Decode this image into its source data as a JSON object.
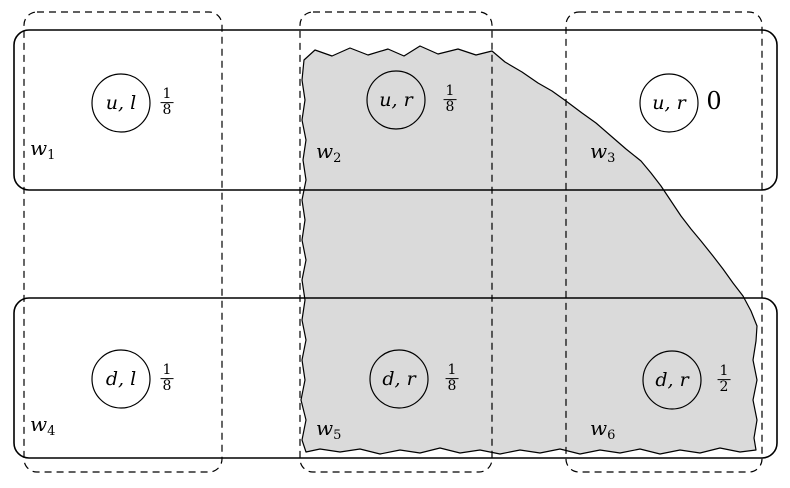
{
  "figure": {
    "background": "#ffffff",
    "shade_color": "#dadada",
    "line_color": "#000000",
    "rows": 2,
    "columns": 3
  },
  "worlds": [
    {
      "id": "w1",
      "label_base": "w",
      "label_sub": "1",
      "state": "u, l",
      "prob_num": "1",
      "prob_den": "8",
      "shaded": false
    },
    {
      "id": "w2",
      "label_base": "w",
      "label_sub": "2",
      "state": "u, r",
      "prob_num": "1",
      "prob_den": "8",
      "shaded": true
    },
    {
      "id": "w3",
      "label_base": "w",
      "label_sub": "3",
      "state": "u, r",
      "prob_plain": "0",
      "shaded": false
    },
    {
      "id": "w4",
      "label_base": "w",
      "label_sub": "4",
      "state": "d, l",
      "prob_num": "1",
      "prob_den": "8",
      "shaded": false
    },
    {
      "id": "w5",
      "label_base": "w",
      "label_sub": "5",
      "state": "d, r",
      "prob_num": "1",
      "prob_den": "8",
      "shaded": true
    },
    {
      "id": "w6",
      "label_base": "w",
      "label_sub": "6",
      "state": "d, r",
      "prob_num": "1",
      "prob_den": "2",
      "shaded": true
    }
  ]
}
